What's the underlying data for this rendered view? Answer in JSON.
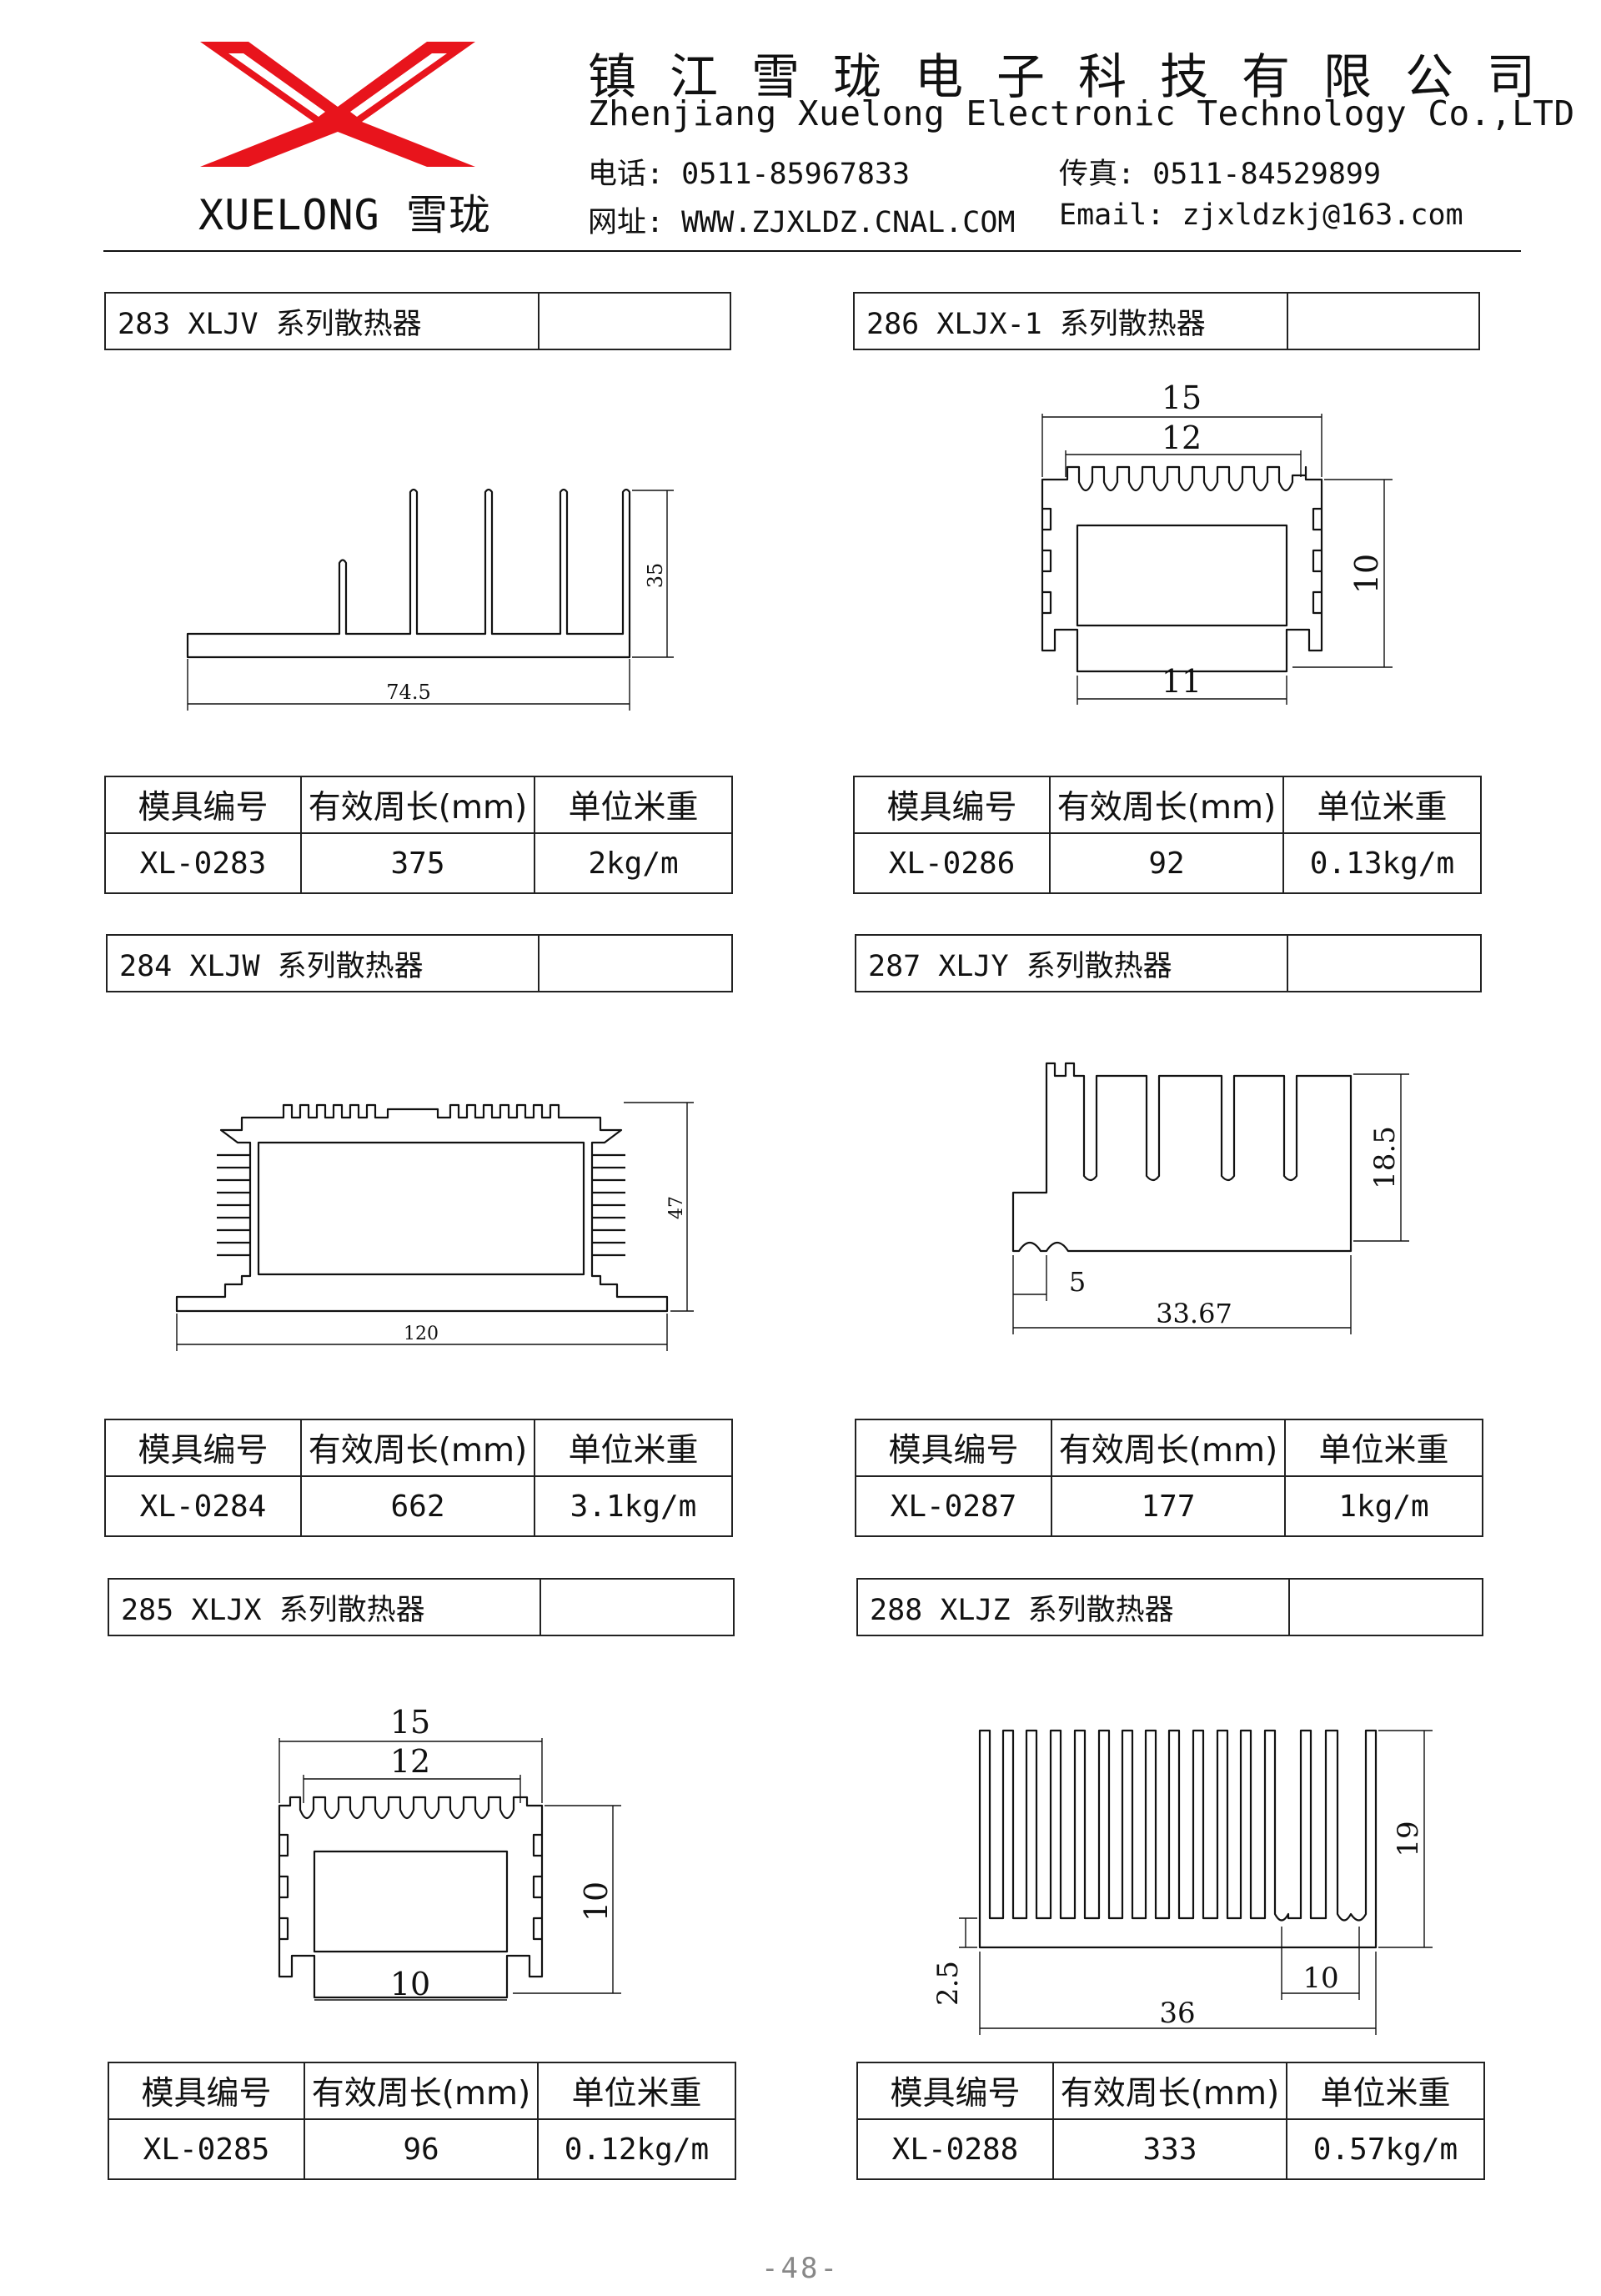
{
  "header": {
    "logo_text": "XUELONG 雪珑",
    "company_cn": "镇江雪珑电子科技有限公司",
    "company_en": "Zhenjiang Xuelong Electronic Technology Co.,LTD",
    "phone": "电话: 0511-85967833",
    "fax": "传真:  0511-84529899",
    "web": "网址: WWW.ZJXLDZ.CNAL.COM",
    "email": "Email: zjxldzkj@163.com",
    "brand_color": "#e8141c"
  },
  "table_headers": {
    "mold": "模具编号",
    "perimeter": "有效周长(mm)",
    "weight": "单位米重"
  },
  "products": [
    {
      "title": "283 XLJV 系列散热器",
      "mold": "XL-0283",
      "perimeter": "375",
      "weight": "2kg/m",
      "dims": {
        "a": "74.5",
        "b": "35"
      }
    },
    {
      "title": "286 XLJX-1 系列散热器",
      "mold": "XL-0286",
      "perimeter": "92",
      "weight": "0.13kg/m",
      "dims": {
        "a": "15",
        "b": "12",
        "c": "10",
        "d": "11"
      }
    },
    {
      "title": "284 XLJW 系列散热器",
      "mold": "XL-0284",
      "perimeter": "662",
      "weight": "3.1kg/m",
      "dims": {
        "a": "120",
        "b": "47"
      }
    },
    {
      "title": "287 XLJY 系列散热器",
      "mold": "XL-0287",
      "perimeter": "177",
      "weight": "1kg/m",
      "dims": {
        "a": "18.5",
        "b": "5",
        "c": "33.67"
      }
    },
    {
      "title": "285 XLJX 系列散热器",
      "mold": "XL-0285",
      "perimeter": "96",
      "weight": "0.12kg/m",
      "dims": {
        "a": "15",
        "b": "12",
        "c": "10",
        "d": "10"
      }
    },
    {
      "title": "288 XLJZ 系列散热器",
      "mold": "XL-0288",
      "perimeter": "333",
      "weight": "0.57kg/m",
      "dims": {
        "a": "19",
        "b": "2.5",
        "c": "10",
        "d": "36"
      }
    }
  ],
  "page_number": "-48-"
}
